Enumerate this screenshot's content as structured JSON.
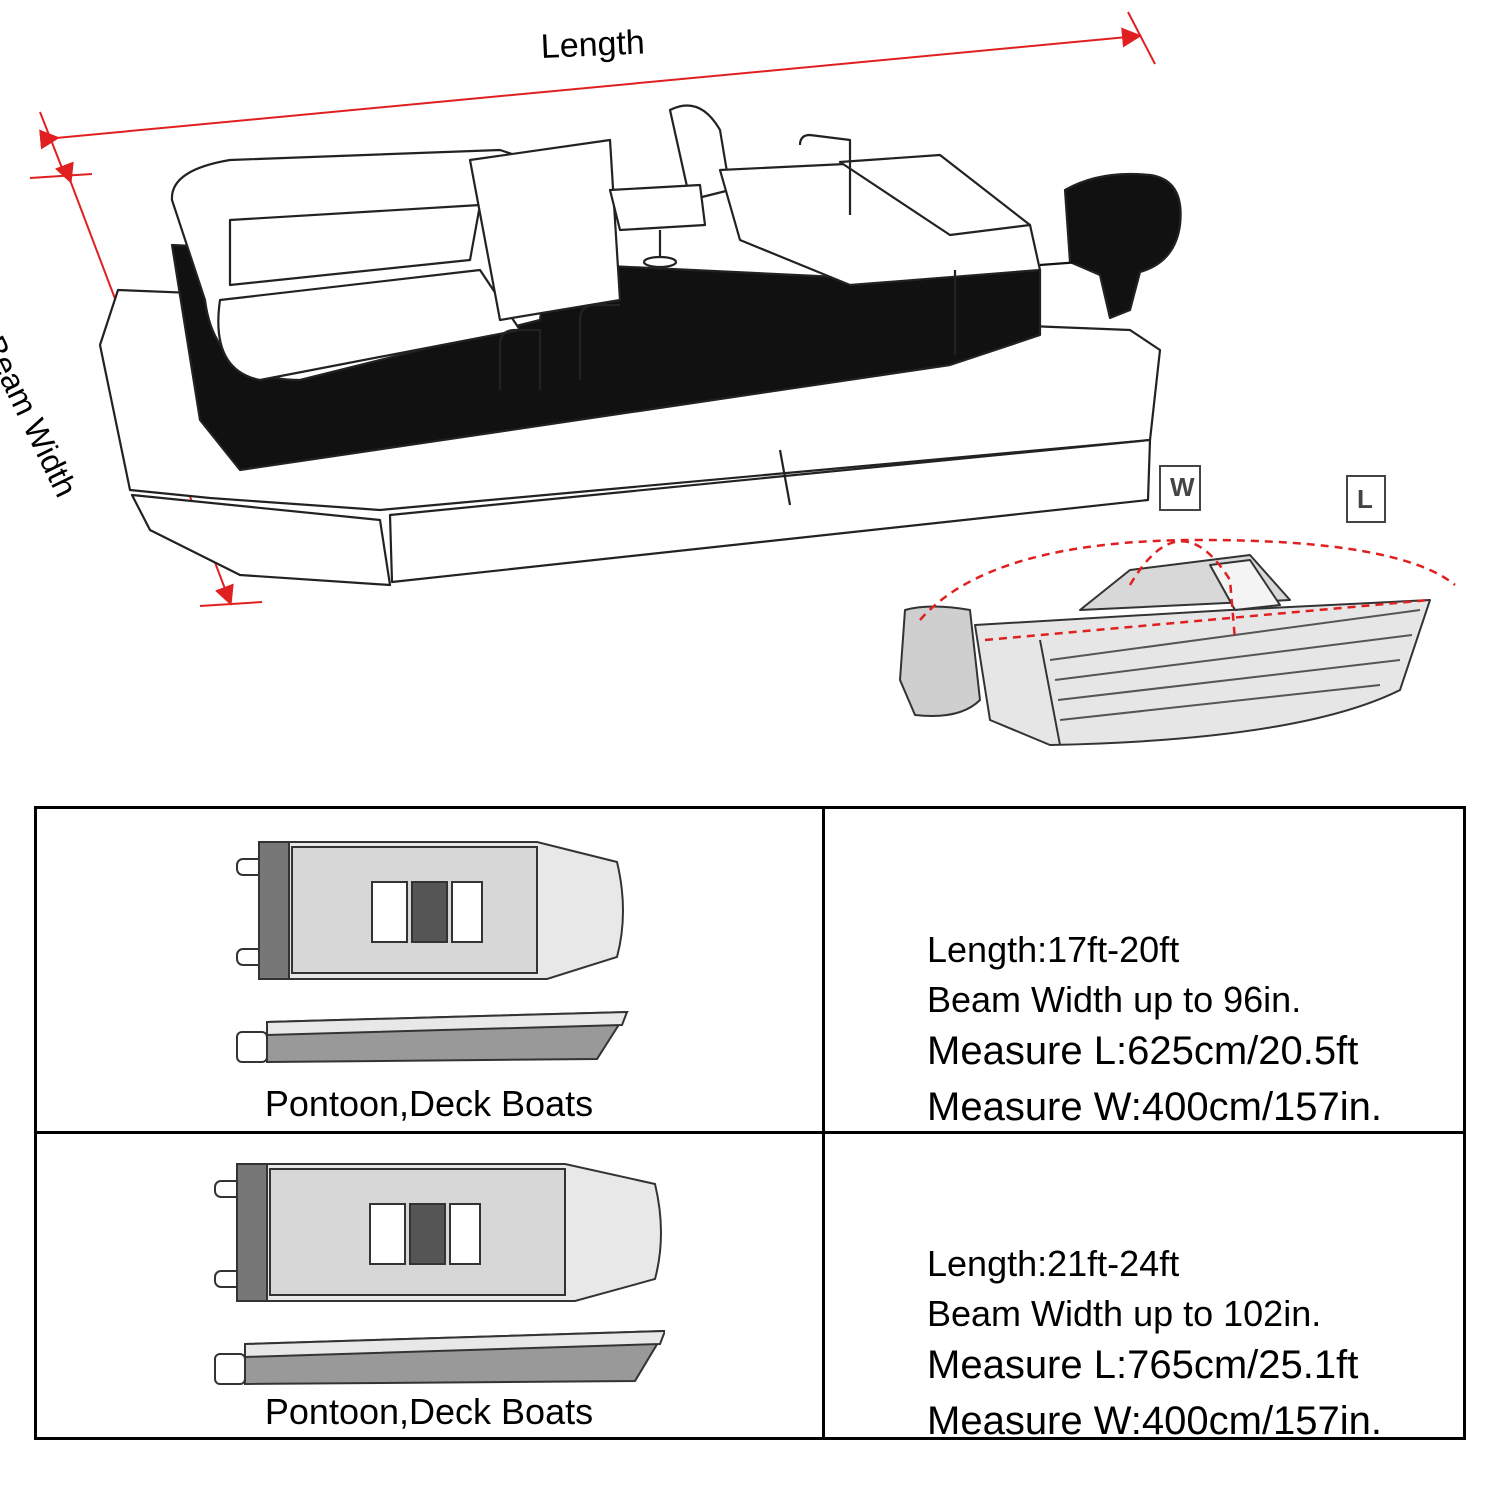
{
  "hero": {
    "length_label": "Length",
    "beam_label": "Beam Width",
    "inset_w_label": "W",
    "inset_l_label": "L",
    "icons": [
      "pontoon-boat-illustration",
      "measuring-boat-illustration"
    ],
    "accent_color": "#e02020"
  },
  "table": {
    "rows": [
      {
        "label": "Pontoon,Deck Boats",
        "length": "Length:17ft-20ft",
        "beam": "Beam Width up to 96in.",
        "measure_l": "Measure L:625cm/20.5ft",
        "measure_w": "Measure W:400cm/157in."
      },
      {
        "label": "Pontoon,Deck Boats",
        "length": "Length:21ft-24ft",
        "beam": "Beam Width up to 102in.",
        "measure_l": "Measure L:765cm/25.1ft",
        "measure_w": "Measure W:400cm/157in."
      }
    ]
  }
}
